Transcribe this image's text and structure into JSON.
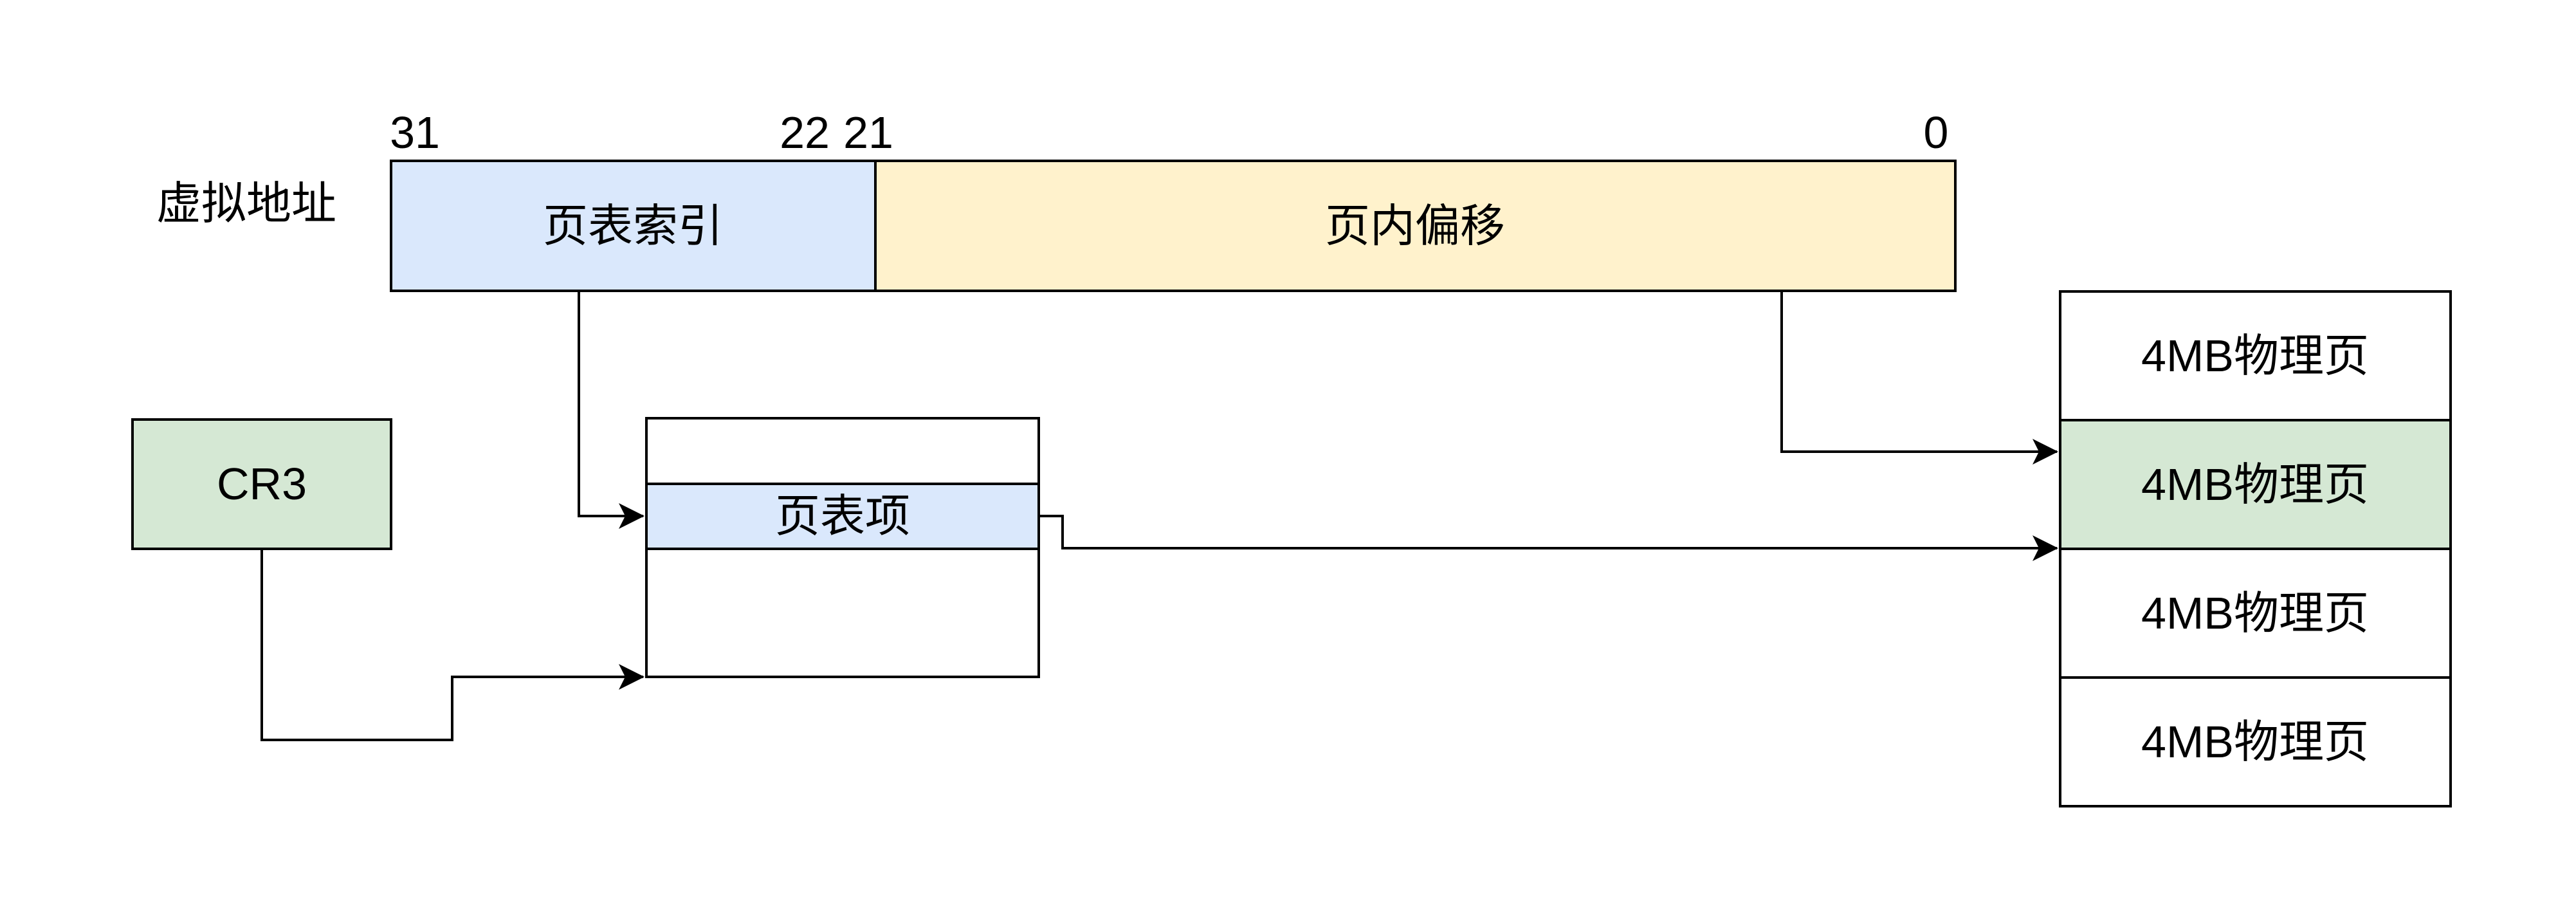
{
  "diagram": {
    "virtual_address": {
      "label": "虚拟地址",
      "bit_markers": [
        "31",
        "22",
        "21",
        "0"
      ],
      "fields": [
        {
          "label": "页表索引",
          "color": "#dae8fc"
        },
        {
          "label": "页内偏移",
          "color": "#fff2cc"
        }
      ]
    },
    "cr3": {
      "label": "CR3",
      "color": "#d5e8d4"
    },
    "page_table": {
      "entry_label": "页表项",
      "entry_color": "#dae8fc",
      "box_color": "#ffffff"
    },
    "physical_memory": {
      "pages": [
        {
          "label": "4MB物理页",
          "color": "#ffffff"
        },
        {
          "label": "4MB物理页",
          "color": "#d5e8d4"
        },
        {
          "label": "4MB物理页",
          "color": "#ffffff"
        },
        {
          "label": "4MB物理页",
          "color": "#ffffff"
        }
      ]
    },
    "stroke_color": "#000000",
    "background_color": "#ffffff"
  }
}
